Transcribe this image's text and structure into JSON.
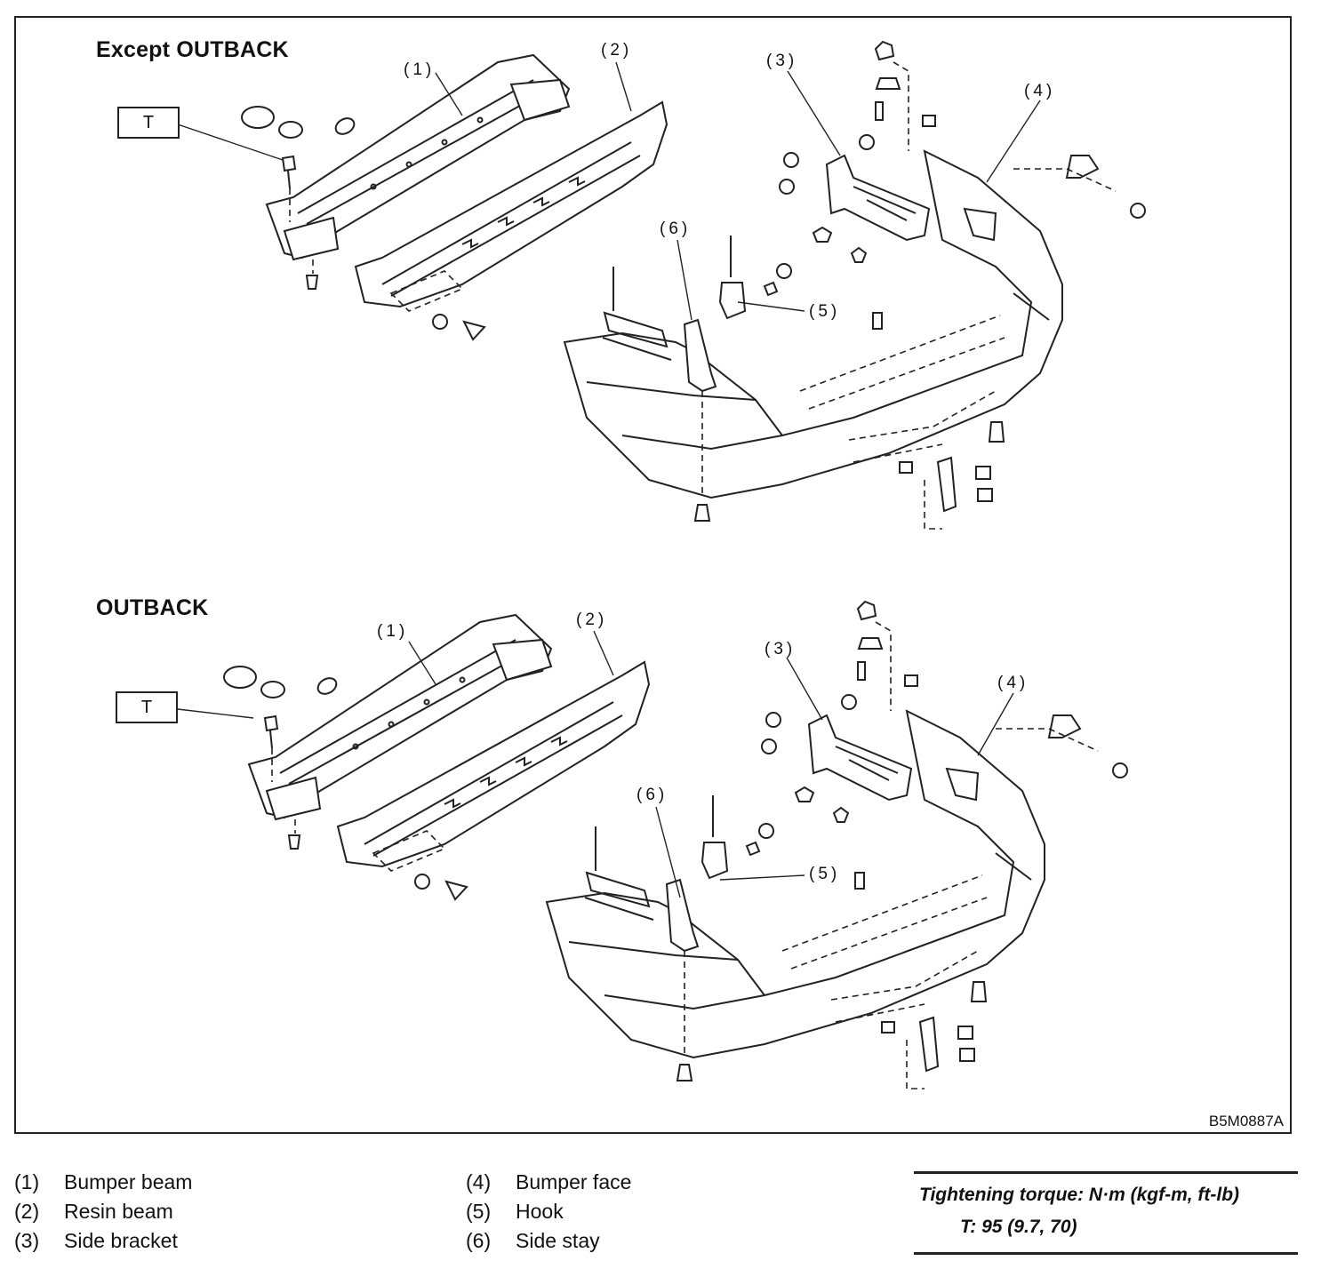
{
  "diagram": {
    "sections": [
      {
        "title": "Except OUTBACK"
      },
      {
        "title": "OUTBACK"
      }
    ],
    "callouts": [
      "(1)",
      "(2)",
      "(3)",
      "(4)",
      "(5)",
      "(6)"
    ],
    "torque_mark": "T",
    "figure_code": "B5M0887A"
  },
  "legend": [
    {
      "num": "(1)",
      "label": "Bumper beam"
    },
    {
      "num": "(2)",
      "label": "Resin beam"
    },
    {
      "num": "(3)",
      "label": "Side bracket"
    },
    {
      "num": "(4)",
      "label": "Bumper face"
    },
    {
      "num": "(5)",
      "label": "Hook"
    },
    {
      "num": "(6)",
      "label": "Side stay"
    }
  ],
  "torque": {
    "heading": "Tightening torque: N·m (kgf-m, ft-lb)",
    "value": "T: 95 (9.7, 70)"
  }
}
